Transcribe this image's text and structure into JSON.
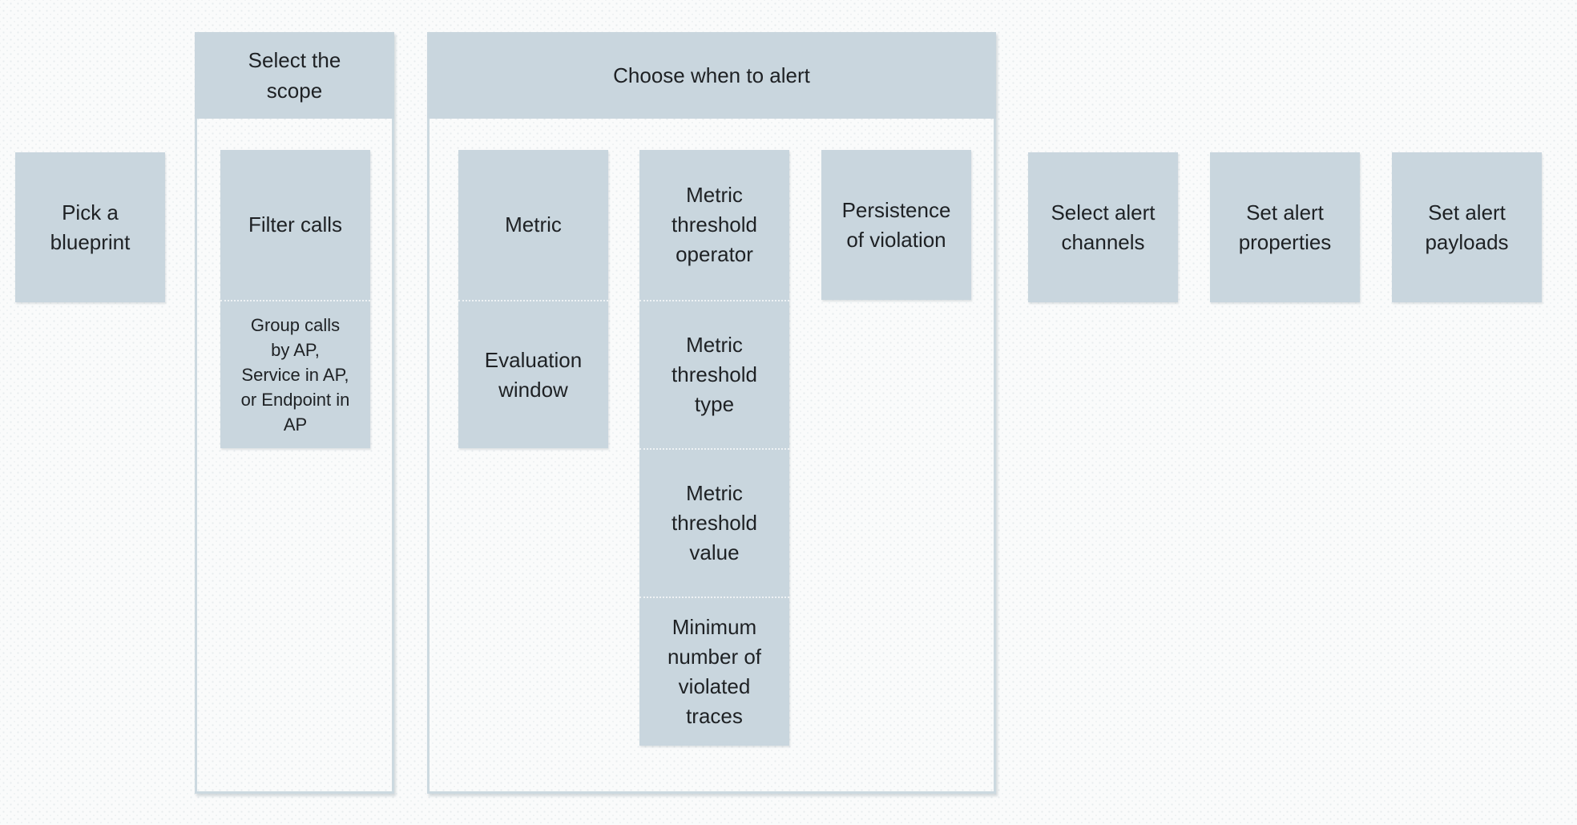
{
  "colors": {
    "box_fill": "#c9d6de",
    "container_border": "#ccd9e0",
    "text": "#1e2124",
    "page_bg": "#fafbfb"
  },
  "diagram": {
    "pick_blueprint": {
      "label": "Pick a\nblueprint"
    },
    "scope_group": {
      "title": "Select the\nscope",
      "steps": [
        {
          "label": "Filter calls"
        },
        {
          "label": "Group calls\nby AP,\nService in AP,\nor Endpoint in\nAP"
        }
      ]
    },
    "alert_group": {
      "title": "Choose when to alert",
      "columns": [
        {
          "steps": [
            {
              "label": "Metric"
            },
            {
              "label": "Evaluation\nwindow"
            }
          ]
        },
        {
          "steps": [
            {
              "label": "Metric\nthreshold\noperator"
            },
            {
              "label": "Metric\nthreshold\ntype"
            },
            {
              "label": "Metric\nthreshold\nvalue"
            },
            {
              "label": "Minimum\nnumber of\nviolated\ntraces"
            }
          ]
        },
        {
          "steps": [
            {
              "label": "Persistence\nof violation"
            }
          ]
        }
      ]
    },
    "final_steps": [
      {
        "label": "Select alert\nchannels"
      },
      {
        "label": "Set alert\nproperties"
      },
      {
        "label": "Set alert\npayloads"
      }
    ]
  }
}
